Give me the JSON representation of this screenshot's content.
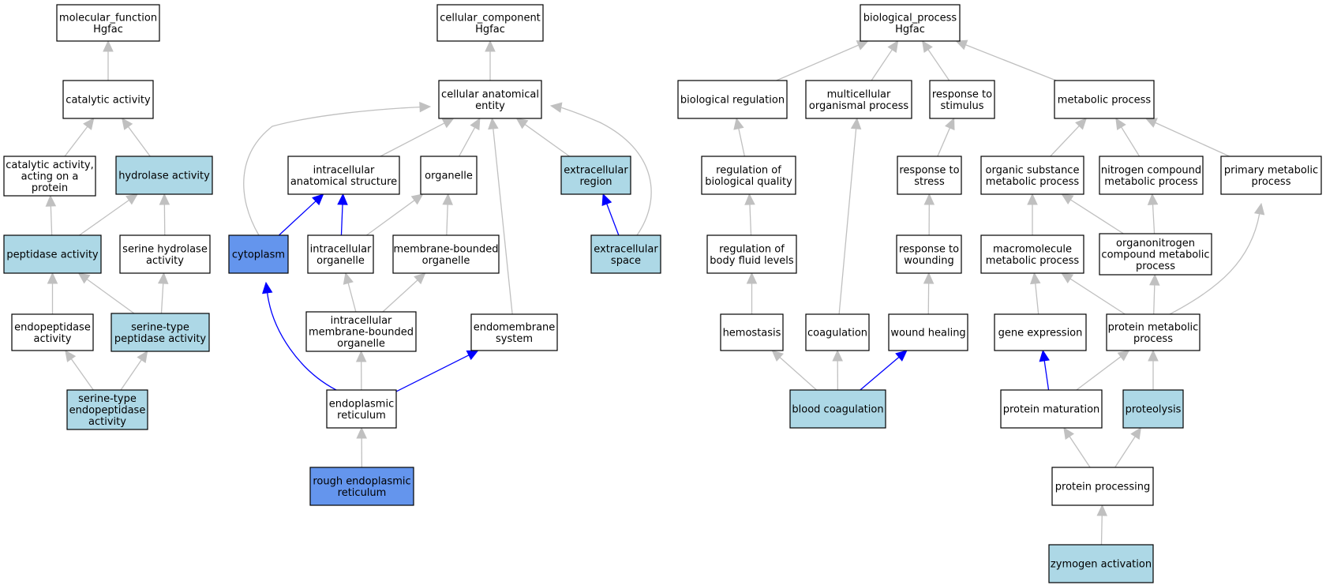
{
  "colors": {
    "plain_fill": "#ffffff",
    "light_fill": "#add8e6",
    "strong_fill": "#6495ed",
    "gray_edge": "#c0c0c0",
    "blue_edge": "#0000ff"
  },
  "nodes": [
    {
      "id": "mf",
      "lines": [
        "molecular_function",
        "Hgfac"
      ],
      "style": "plain"
    },
    {
      "id": "cat",
      "lines": [
        "catalytic activity"
      ],
      "style": "plain"
    },
    {
      "id": "catprot",
      "lines": [
        "catalytic activity,",
        "acting on a",
        "protein"
      ],
      "style": "plain"
    },
    {
      "id": "hydro",
      "lines": [
        "hydrolase activity"
      ],
      "style": "light"
    },
    {
      "id": "pept",
      "lines": [
        "peptidase activity"
      ],
      "style": "light"
    },
    {
      "id": "serhydro",
      "lines": [
        "serine hydrolase",
        "activity"
      ],
      "style": "plain"
    },
    {
      "id": "endopep",
      "lines": [
        "endopeptidase",
        "activity"
      ],
      "style": "plain"
    },
    {
      "id": "serpep",
      "lines": [
        "serine-type",
        "peptidase activity"
      ],
      "style": "light"
    },
    {
      "id": "serendo",
      "lines": [
        "serine-type",
        "endopeptidase",
        "activity"
      ],
      "style": "light"
    },
    {
      "id": "cc",
      "lines": [
        "cellular_component",
        "Hgfac"
      ],
      "style": "plain"
    },
    {
      "id": "cae",
      "lines": [
        "cellular anatomical",
        "entity"
      ],
      "style": "plain"
    },
    {
      "id": "ias",
      "lines": [
        "intracellular",
        "anatomical structure"
      ],
      "style": "plain"
    },
    {
      "id": "org",
      "lines": [
        "organelle"
      ],
      "style": "plain"
    },
    {
      "id": "extreg",
      "lines": [
        "extracellular",
        "region"
      ],
      "style": "light"
    },
    {
      "id": "cyto",
      "lines": [
        "cytoplasm"
      ],
      "style": "strong"
    },
    {
      "id": "intorg",
      "lines": [
        "intracellular",
        "organelle"
      ],
      "style": "plain"
    },
    {
      "id": "mbo",
      "lines": [
        "membrane-bounded",
        "organelle"
      ],
      "style": "plain"
    },
    {
      "id": "extsp",
      "lines": [
        "extracellular",
        "space"
      ],
      "style": "light"
    },
    {
      "id": "imbo",
      "lines": [
        "intracellular",
        "membrane-bounded",
        "organelle"
      ],
      "style": "plain"
    },
    {
      "id": "endomem",
      "lines": [
        "endomembrane",
        "system"
      ],
      "style": "plain"
    },
    {
      "id": "er",
      "lines": [
        "endoplasmic",
        "reticulum"
      ],
      "style": "plain"
    },
    {
      "id": "rer",
      "lines": [
        "rough endoplasmic",
        "reticulum"
      ],
      "style": "strong"
    },
    {
      "id": "bp",
      "lines": [
        "biological_process",
        "Hgfac"
      ],
      "style": "plain"
    },
    {
      "id": "bioreg",
      "lines": [
        "biological regulation"
      ],
      "style": "plain"
    },
    {
      "id": "multi",
      "lines": [
        "multicellular",
        "organismal process"
      ],
      "style": "plain"
    },
    {
      "id": "resp",
      "lines": [
        "response to",
        "stimulus"
      ],
      "style": "plain"
    },
    {
      "id": "metab",
      "lines": [
        "metabolic process"
      ],
      "style": "plain"
    },
    {
      "id": "regqual",
      "lines": [
        "regulation of",
        "biological quality"
      ],
      "style": "plain"
    },
    {
      "id": "respstress",
      "lines": [
        "response to",
        "stress"
      ],
      "style": "plain"
    },
    {
      "id": "orgsub",
      "lines": [
        "organic substance",
        "metabolic process"
      ],
      "style": "plain"
    },
    {
      "id": "nitro",
      "lines": [
        "nitrogen compound",
        "metabolic process"
      ],
      "style": "plain"
    },
    {
      "id": "primary",
      "lines": [
        "primary metabolic",
        "process"
      ],
      "style": "plain"
    },
    {
      "id": "regfluid",
      "lines": [
        "regulation of",
        "body fluid levels"
      ],
      "style": "plain"
    },
    {
      "id": "respwound",
      "lines": [
        "response to",
        "wounding"
      ],
      "style": "plain"
    },
    {
      "id": "macro",
      "lines": [
        "macromolecule",
        "metabolic process"
      ],
      "style": "plain"
    },
    {
      "id": "organo",
      "lines": [
        "organonitrogen",
        "compound metabolic",
        "process"
      ],
      "style": "plain"
    },
    {
      "id": "hemo",
      "lines": [
        "hemostasis"
      ],
      "style": "plain"
    },
    {
      "id": "coag",
      "lines": [
        "coagulation"
      ],
      "style": "plain"
    },
    {
      "id": "woundheal",
      "lines": [
        "wound healing"
      ],
      "style": "plain"
    },
    {
      "id": "geneexp",
      "lines": [
        "gene expression"
      ],
      "style": "plain"
    },
    {
      "id": "protmet",
      "lines": [
        "protein metabolic",
        "process"
      ],
      "style": "plain"
    },
    {
      "id": "bloodcoag",
      "lines": [
        "blood coagulation"
      ],
      "style": "light"
    },
    {
      "id": "protmat",
      "lines": [
        "protein maturation"
      ],
      "style": "plain"
    },
    {
      "id": "proteo",
      "lines": [
        "proteolysis"
      ],
      "style": "light"
    },
    {
      "id": "protproc",
      "lines": [
        "protein processing"
      ],
      "style": "plain"
    },
    {
      "id": "zymo",
      "lines": [
        "zymogen activation"
      ],
      "style": "light"
    }
  ],
  "edges": [
    {
      "from": "cat",
      "to": "mf",
      "color": "gray"
    },
    {
      "from": "catprot",
      "to": "cat",
      "color": "gray"
    },
    {
      "from": "hydro",
      "to": "cat",
      "color": "gray"
    },
    {
      "from": "pept",
      "to": "catprot",
      "color": "gray"
    },
    {
      "from": "pept",
      "to": "hydro",
      "color": "gray"
    },
    {
      "from": "serhydro",
      "to": "hydro",
      "color": "gray"
    },
    {
      "from": "endopep",
      "to": "pept",
      "color": "gray"
    },
    {
      "from": "serpep",
      "to": "pept",
      "color": "gray"
    },
    {
      "from": "serpep",
      "to": "serhydro",
      "color": "gray"
    },
    {
      "from": "serendo",
      "to": "endopep",
      "color": "gray"
    },
    {
      "from": "serendo",
      "to": "serpep",
      "color": "gray"
    },
    {
      "from": "cae",
      "to": "cc",
      "color": "gray"
    },
    {
      "from": "ias",
      "to": "cae",
      "color": "gray"
    },
    {
      "from": "org",
      "to": "cae",
      "color": "gray"
    },
    {
      "from": "extreg",
      "to": "cae",
      "color": "gray"
    },
    {
      "from": "cyto",
      "to": "cae",
      "color": "gray",
      "curve": "cyto"
    },
    {
      "from": "extsp",
      "to": "cae",
      "color": "gray",
      "curve": "extsp"
    },
    {
      "from": "endomem",
      "to": "cae",
      "color": "gray"
    },
    {
      "from": "cyto",
      "to": "ias",
      "color": "blue"
    },
    {
      "from": "intorg",
      "to": "ias",
      "color": "blue"
    },
    {
      "from": "intorg",
      "to": "org",
      "color": "gray"
    },
    {
      "from": "mbo",
      "to": "org",
      "color": "gray"
    },
    {
      "from": "extsp",
      "to": "extreg",
      "color": "blue"
    },
    {
      "from": "imbo",
      "to": "intorg",
      "color": "gray"
    },
    {
      "from": "imbo",
      "to": "mbo",
      "color": "gray"
    },
    {
      "from": "er",
      "to": "imbo",
      "color": "gray"
    },
    {
      "from": "er",
      "to": "endomem",
      "color": "blue"
    },
    {
      "from": "er",
      "to": "cyto",
      "color": "blue",
      "curve": "er"
    },
    {
      "from": "rer",
      "to": "er",
      "color": "gray"
    },
    {
      "from": "bioreg",
      "to": "bp",
      "color": "gray"
    },
    {
      "from": "multi",
      "to": "bp",
      "color": "gray"
    },
    {
      "from": "resp",
      "to": "bp",
      "color": "gray"
    },
    {
      "from": "metab",
      "to": "bp",
      "color": "gray"
    },
    {
      "from": "regqual",
      "to": "bioreg",
      "color": "gray"
    },
    {
      "from": "respstress",
      "to": "resp",
      "color": "gray"
    },
    {
      "from": "orgsub",
      "to": "metab",
      "color": "gray"
    },
    {
      "from": "nitro",
      "to": "metab",
      "color": "gray"
    },
    {
      "from": "primary",
      "to": "metab",
      "color": "gray"
    },
    {
      "from": "regfluid",
      "to": "regqual",
      "color": "gray"
    },
    {
      "from": "respwound",
      "to": "respstress",
      "color": "gray"
    },
    {
      "from": "macro",
      "to": "orgsub",
      "color": "gray"
    },
    {
      "from": "organo",
      "to": "orgsub",
      "color": "gray"
    },
    {
      "from": "organo",
      "to": "nitro",
      "color": "gray"
    },
    {
      "from": "hemo",
      "to": "regfluid",
      "color": "gray"
    },
    {
      "from": "woundheal",
      "to": "respwound",
      "color": "gray"
    },
    {
      "from": "coag",
      "to": "multi",
      "color": "gray"
    },
    {
      "from": "geneexp",
      "to": "macro",
      "color": "gray"
    },
    {
      "from": "protmet",
      "to": "macro",
      "color": "gray"
    },
    {
      "from": "protmet",
      "to": "organo",
      "color": "gray"
    },
    {
      "from": "protmet",
      "to": "primary",
      "color": "gray",
      "curve": "protmet"
    },
    {
      "from": "bloodcoag",
      "to": "hemo",
      "color": "gray"
    },
    {
      "from": "bloodcoag",
      "to": "coag",
      "color": "gray"
    },
    {
      "from": "bloodcoag",
      "to": "woundheal",
      "color": "blue"
    },
    {
      "from": "protmat",
      "to": "geneexp",
      "color": "blue"
    },
    {
      "from": "protmat",
      "to": "protmet",
      "color": "gray"
    },
    {
      "from": "proteo",
      "to": "protmet",
      "color": "gray"
    },
    {
      "from": "protproc",
      "to": "protmat",
      "color": "gray"
    },
    {
      "from": "protproc",
      "to": "proteo",
      "color": "gray"
    },
    {
      "from": "zymo",
      "to": "protproc",
      "color": "gray"
    }
  ]
}
